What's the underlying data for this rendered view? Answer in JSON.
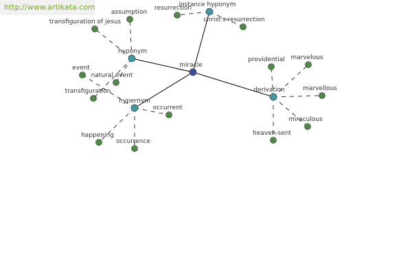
{
  "watermark": "http://www.artikata.com",
  "colors": {
    "center": "#3a4f9c",
    "category": "#3f9aa0",
    "leaf": "#4e8a45",
    "solid_edge": "#000000",
    "dashed_edge": "#333333"
  },
  "graph": {
    "nodes": [
      {
        "id": "miracle",
        "label": "miracle",
        "kind": "center"
      },
      {
        "id": "hyponym",
        "label": "hyponym",
        "kind": "category"
      },
      {
        "id": "instance_hyponym",
        "label": "instance hyponym",
        "kind": "category"
      },
      {
        "id": "derivation",
        "label": "derivation",
        "kind": "category"
      },
      {
        "id": "hypernym",
        "label": "hypernym",
        "kind": "category"
      },
      {
        "id": "assumption",
        "label": "assumption",
        "kind": "leaf"
      },
      {
        "id": "transfiguration_of_jesus",
        "label": "transfiguration of jesus",
        "kind": "leaf"
      },
      {
        "id": "natural_event",
        "label": "natural event",
        "kind": "leaf"
      },
      {
        "id": "transfiguration",
        "label": "transfiguration",
        "kind": "leaf"
      },
      {
        "id": "resurrection",
        "label": "resurrection",
        "kind": "leaf"
      },
      {
        "id": "christs_resurrection",
        "label": "christ's resurrection",
        "kind": "leaf"
      },
      {
        "id": "providential",
        "label": "providential",
        "kind": "leaf"
      },
      {
        "id": "marvelous",
        "label": "marvelous",
        "kind": "leaf"
      },
      {
        "id": "marvellous",
        "label": "marvellous",
        "kind": "leaf"
      },
      {
        "id": "miraculous",
        "label": "miraculous",
        "kind": "leaf"
      },
      {
        "id": "heaven_sent",
        "label": "heaven-sent",
        "kind": "leaf"
      },
      {
        "id": "event",
        "label": "event",
        "kind": "leaf"
      },
      {
        "id": "occurrent",
        "label": "occurrent",
        "kind": "leaf"
      },
      {
        "id": "happening",
        "label": "happening",
        "kind": "leaf"
      },
      {
        "id": "occurrence",
        "label": "occurrence",
        "kind": "leaf"
      }
    ],
    "edges": [
      {
        "from": "miracle",
        "to": "hyponym",
        "style": "solid"
      },
      {
        "from": "miracle",
        "to": "instance_hyponym",
        "style": "solid"
      },
      {
        "from": "miracle",
        "to": "derivation",
        "style": "solid"
      },
      {
        "from": "miracle",
        "to": "hypernym",
        "style": "solid"
      },
      {
        "from": "hyponym",
        "to": "assumption",
        "style": "dashed"
      },
      {
        "from": "hyponym",
        "to": "transfiguration_of_jesus",
        "style": "dashed"
      },
      {
        "from": "hyponym",
        "to": "natural_event",
        "style": "dashed"
      },
      {
        "from": "hyponym",
        "to": "transfiguration",
        "style": "dashed"
      },
      {
        "from": "instance_hyponym",
        "to": "resurrection",
        "style": "dashed"
      },
      {
        "from": "instance_hyponym",
        "to": "christs_resurrection",
        "style": "dashed"
      },
      {
        "from": "derivation",
        "to": "providential",
        "style": "dashed"
      },
      {
        "from": "derivation",
        "to": "marvelous",
        "style": "dashed"
      },
      {
        "from": "derivation",
        "to": "marvellous",
        "style": "dashed"
      },
      {
        "from": "derivation",
        "to": "miraculous",
        "style": "dashed"
      },
      {
        "from": "derivation",
        "to": "heaven_sent",
        "style": "dashed"
      },
      {
        "from": "hypernym",
        "to": "event",
        "style": "dashed"
      },
      {
        "from": "hypernym",
        "to": "occurrent",
        "style": "dashed"
      },
      {
        "from": "hypernym",
        "to": "happening",
        "style": "dashed"
      },
      {
        "from": "hypernym",
        "to": "occurrence",
        "style": "dashed"
      }
    ]
  }
}
